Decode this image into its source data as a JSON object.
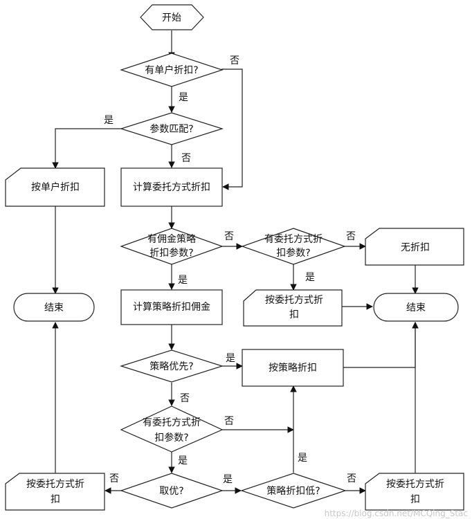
{
  "nodes": {
    "start": "开始",
    "q_single": "有单户折扣?",
    "q_param_match": "参数匹配?",
    "by_single": "按单户折扣",
    "calc_entrust": "计算委托方式折扣",
    "end_left": "结束",
    "q_has_strategy": [
      "有佣金策略",
      "折扣参数?"
    ],
    "q_has_entrust": [
      "有委托方式折",
      "扣参数?"
    ],
    "no_discount": "无折扣",
    "calc_strategy": "计算策略折扣佣金",
    "by_entrust_mid": [
      "按委托方式折",
      "扣"
    ],
    "end_right": "结束",
    "q_strategy_first": "策略优先?",
    "by_strategy": "按策略折扣",
    "q_has_entrust2": [
      "有委托方式折",
      "扣参数?"
    ],
    "by_entrust_left": [
      "按委托方式折",
      "扣"
    ],
    "q_take_best": "取优?",
    "q_strategy_low": "策略折扣低?",
    "by_entrust_right": [
      "按委托方式折",
      "扣"
    ]
  },
  "labels": {
    "yes": "是",
    "no": "否"
  },
  "watermark": "https://blog.csdn.net/MCQing_Stac"
}
